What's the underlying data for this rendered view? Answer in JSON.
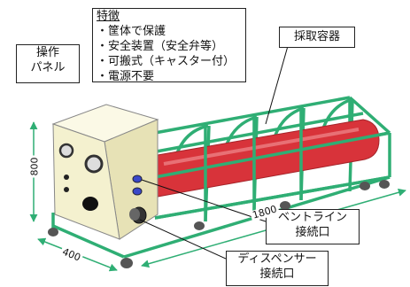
{
  "labels": {
    "panel": [
      "操作",
      "パネル"
    ],
    "features_title": "特徴",
    "features": [
      "・筐体で保護",
      "・安全装置（安全弁等）",
      "・可搬式（キャスター付）",
      "・電源不要"
    ],
    "container": "採取容器",
    "vent": [
      "ベントライン",
      "接続口"
    ],
    "dispenser": [
      "ディスペンサー",
      "接続口"
    ]
  },
  "dimensions": {
    "height": "800",
    "width": "400",
    "length": "1800"
  },
  "colors": {
    "frame": "#2fae74",
    "cylinder": "#d8333a",
    "panel_face": "#f4f1cf",
    "panel_side": "#e7e2b6",
    "panel_top": "#fbf9e6",
    "caster": "#555555",
    "port_blue": "#3a48c9"
  }
}
